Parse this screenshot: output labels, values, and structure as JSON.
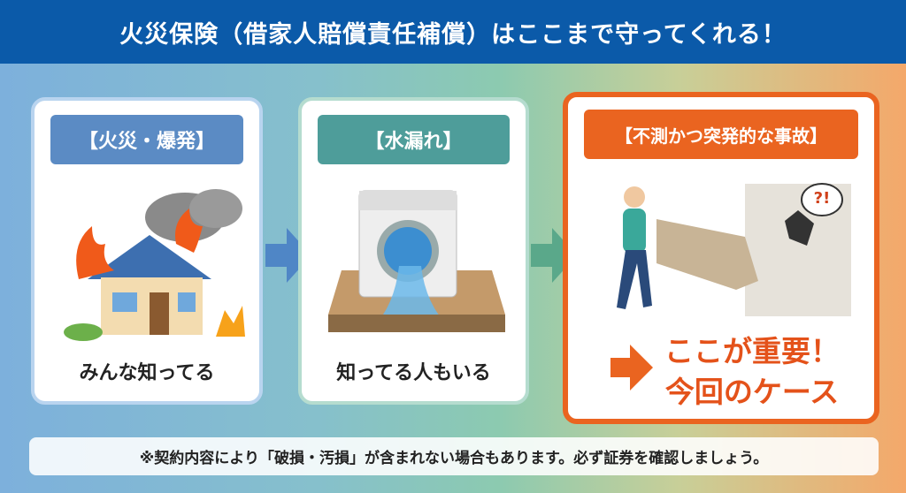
{
  "title": "火災保険（借家人賠償責任補償）はここまで守ってくれる！",
  "cards": [
    {
      "label": "【火災・爆発】",
      "caption": "みんな知ってる"
    },
    {
      "label": "【水漏れ】",
      "caption": "知ってる人もいる"
    },
    {
      "label": "【不測かつ突発的な事故】",
      "highlight_line1": "ここが重要！",
      "highlight_line2": "今回のケース",
      "speech": "?!"
    }
  ],
  "note": "※契約内容により「破損・汚損」が含まれない場合もあります。必ず証券を確認しましょう。",
  "colors": {
    "header": "#0b5aa9",
    "fire": "#5b8bc4",
    "water": "#4e9d9a",
    "accident": "#ea6420"
  }
}
